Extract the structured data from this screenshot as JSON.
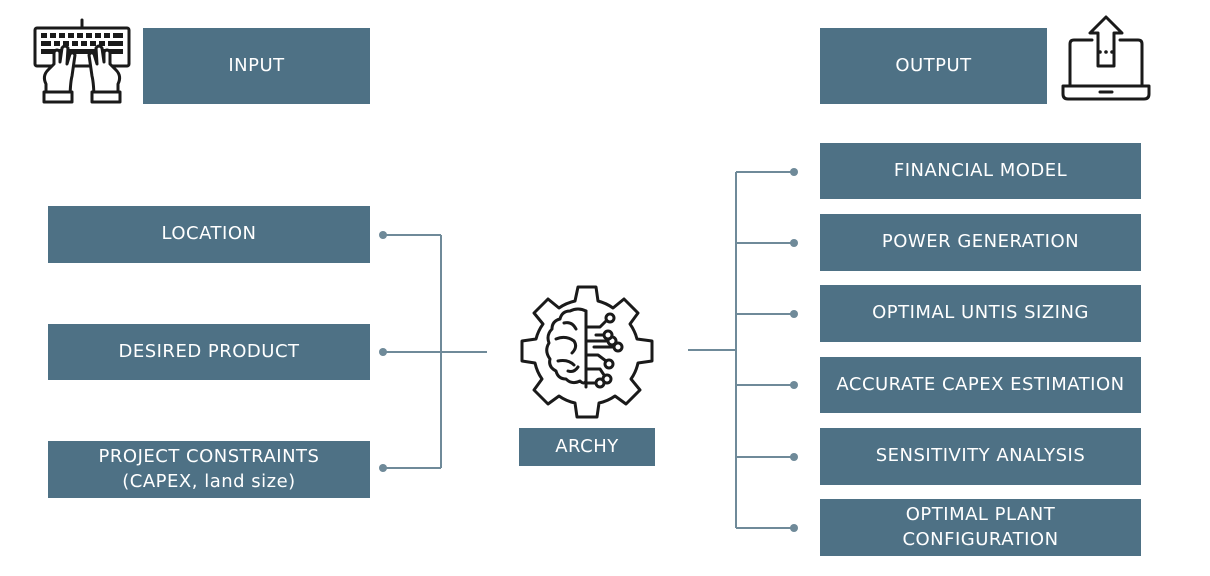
{
  "header": {
    "input_label": "INPUT",
    "output_label": "OUTPUT"
  },
  "inputs": [
    {
      "line1": "LOCATION",
      "line2": ""
    },
    {
      "line1": "DESIRED PRODUCT",
      "line2": ""
    },
    {
      "line1": "PROJECT CONSTRAINTS",
      "line2": "(CAPEX, land size)"
    }
  ],
  "center": {
    "label": "ARCHY",
    "icon": "brain-gear-icon"
  },
  "outputs": [
    {
      "line1": "FINANCIAL MODEL",
      "line2": ""
    },
    {
      "line1": "POWER GENERATION",
      "line2": ""
    },
    {
      "line1": "OPTIMAL UNTIS SIZING",
      "line2": ""
    },
    {
      "line1": "ACCURATE CAPEX ESTIMATION",
      "line2": ""
    },
    {
      "line1": "SENSITIVITY ANALYSIS",
      "line2": ""
    },
    {
      "line1": "OPTIMAL PLANT",
      "line2": "CONFIGURATION"
    }
  ],
  "icons": {
    "input": "keyboard-hands-icon",
    "output": "laptop-upload-icon"
  },
  "colors": {
    "box": "#4e7185",
    "connector": "#6f8a99",
    "icon": "#1a1a1a"
  }
}
